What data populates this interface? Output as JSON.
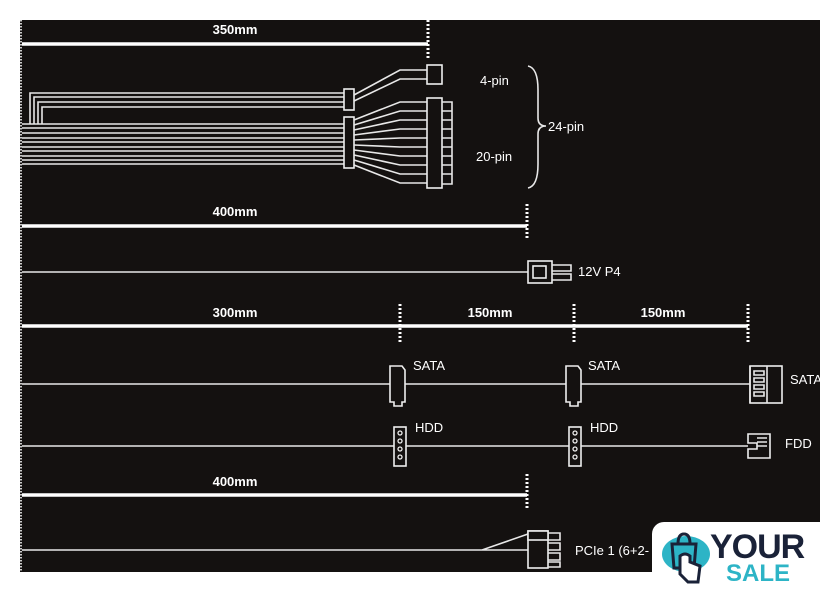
{
  "colors": {
    "background": "#141110",
    "line": "#ffffff",
    "logo_dark": "#1a2238",
    "logo_accent": "#2db4c6"
  },
  "dimensions": {
    "d24pin": "350mm",
    "d12v": "400mm",
    "sata_1": "300mm",
    "sata_2": "150mm",
    "sata_3": "150mm",
    "pcie": "400mm"
  },
  "connectors": {
    "pin4": "4-pin",
    "pin20": "20-pin",
    "pin24": "24-pin",
    "p4": "12V P4",
    "sata": [
      "SATA",
      "SATA",
      "SATA"
    ],
    "hdd": [
      "HDD",
      "HDD"
    ],
    "fdd": "FDD",
    "pcie": "PCIe 1 (6+2-"
  },
  "logo": {
    "word1": "YOUR",
    "word2": "SALE"
  }
}
